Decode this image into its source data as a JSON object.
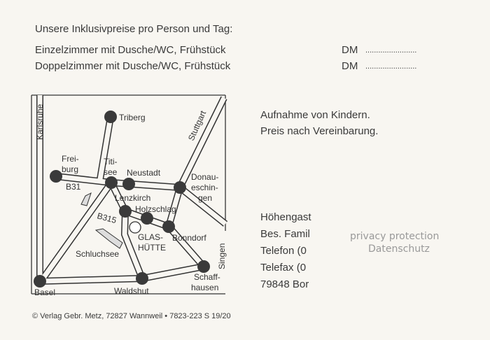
{
  "header": {
    "prices_title": "Unsere Inklusivpreise pro Person und Tag:",
    "single_room": "Einzelzimmer mit Dusche/WC, Frühstück",
    "double_room": "Doppelzimmer mit Dusche/WC, Frühstück",
    "currency": "DM",
    "blank": "........................"
  },
  "children": {
    "line1": "Aufnahme von Kindern.",
    "line2": "Preis nach Vereinbarung."
  },
  "address": [
    "Höhengast",
    "Bes. Famil",
    "Telefon (0",
    "Telefax (0",
    "79848 Bor"
  ],
  "privacy": {
    "line1": "privacy protection",
    "line2": "Datenschutz"
  },
  "map": {
    "places": {
      "triberg": "Triberg",
      "freiburg1": "Frei-",
      "freiburg2": "burg",
      "titisee1": "Titi-",
      "titisee2": "see",
      "neustadt": "Neustadt",
      "donau1": "Donau-",
      "donau2": "eschin-",
      "donau3": "gen",
      "lenzkirch": "Lenzkirch",
      "holzschlag": "Holzschlag",
      "bonndorf": "Bonndorf",
      "glas1": "GLAS-",
      "glas2": "HÜTTE",
      "schluchsee": "Schluchsee",
      "schaff1": "Schaff-",
      "schaff2": "hausen",
      "waldshut": "Waldshut",
      "basel": "Basel",
      "karlsruhe": "Karlsruhe",
      "stuttgart": "Stuttgart",
      "singen": "Singen",
      "b31": "B31",
      "b315": "B315"
    }
  },
  "footer": "© Verlag Gebr. Metz, 72827 Wannweil • 7823-223 S 19/20"
}
